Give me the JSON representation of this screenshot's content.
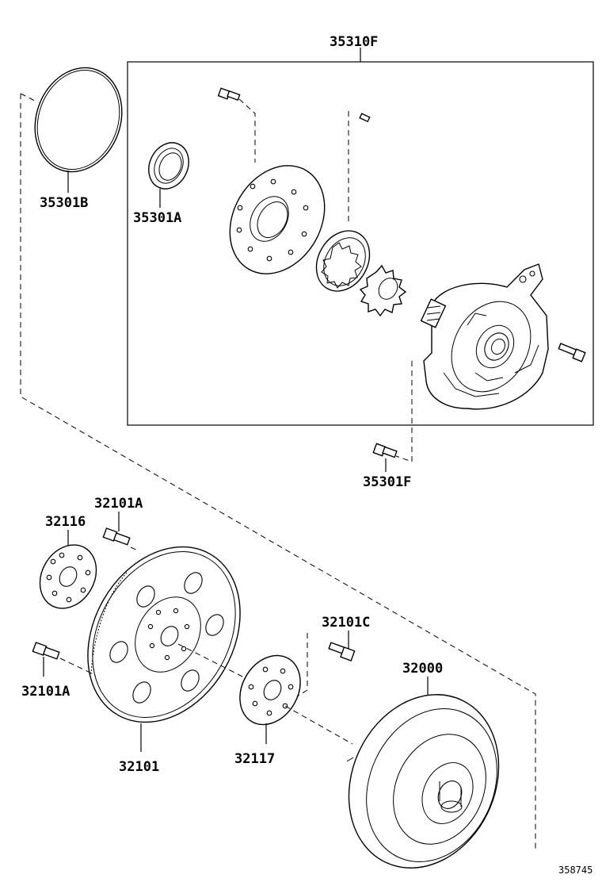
{
  "labels": {
    "pump_assy": "35310F",
    "o_ring": "35301B",
    "oil_seal": "35301A",
    "pump_bolt": "35301F",
    "bolt_a_upper": "32101A",
    "spacer_front": "32116",
    "bolt_c": "32101C",
    "converter": "32000",
    "bolt_a_lower": "32101A",
    "drive_plate": "32101",
    "spacer_rear": "32117"
  },
  "diagram_id": "358745"
}
